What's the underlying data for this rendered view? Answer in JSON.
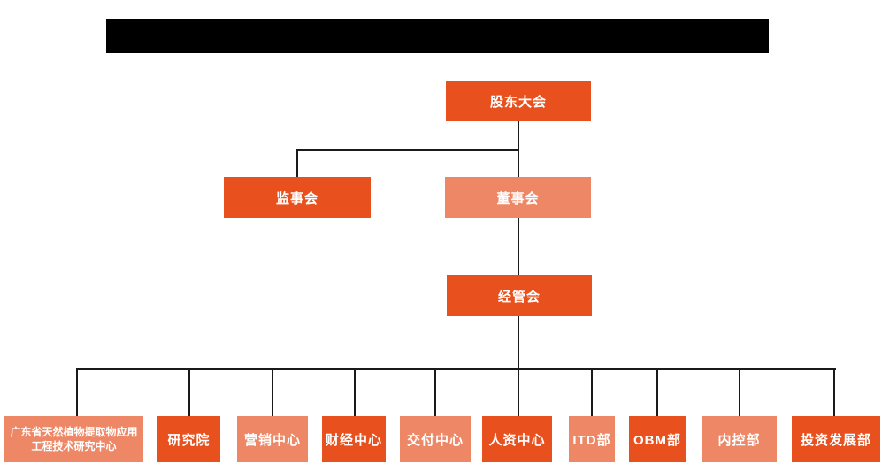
{
  "colors": {
    "background": "#ffffff",
    "primary_box": "#E8511E",
    "secondary_box": "#EE8765",
    "connector_line": "#1a1a1a",
    "redaction_bar": "#000000",
    "box_text": "#ffffff"
  },
  "org_chart": {
    "root": {
      "label": "股东大会"
    },
    "supervisory_board": {
      "label": "监事会"
    },
    "board_of_directors": {
      "label": "董事会"
    },
    "management_committee": {
      "label": "经管会"
    },
    "departments": [
      {
        "label": "广东省天然植物提取物应用工程技术研究中心"
      },
      {
        "label": "研究院"
      },
      {
        "label": "营销中心"
      },
      {
        "label": "财经中心"
      },
      {
        "label": "交付中心"
      },
      {
        "label": "人资中心"
      },
      {
        "label": "ITD部"
      },
      {
        "label": "OBM部"
      },
      {
        "label": "内控部"
      },
      {
        "label": "投资发展部"
      }
    ]
  }
}
